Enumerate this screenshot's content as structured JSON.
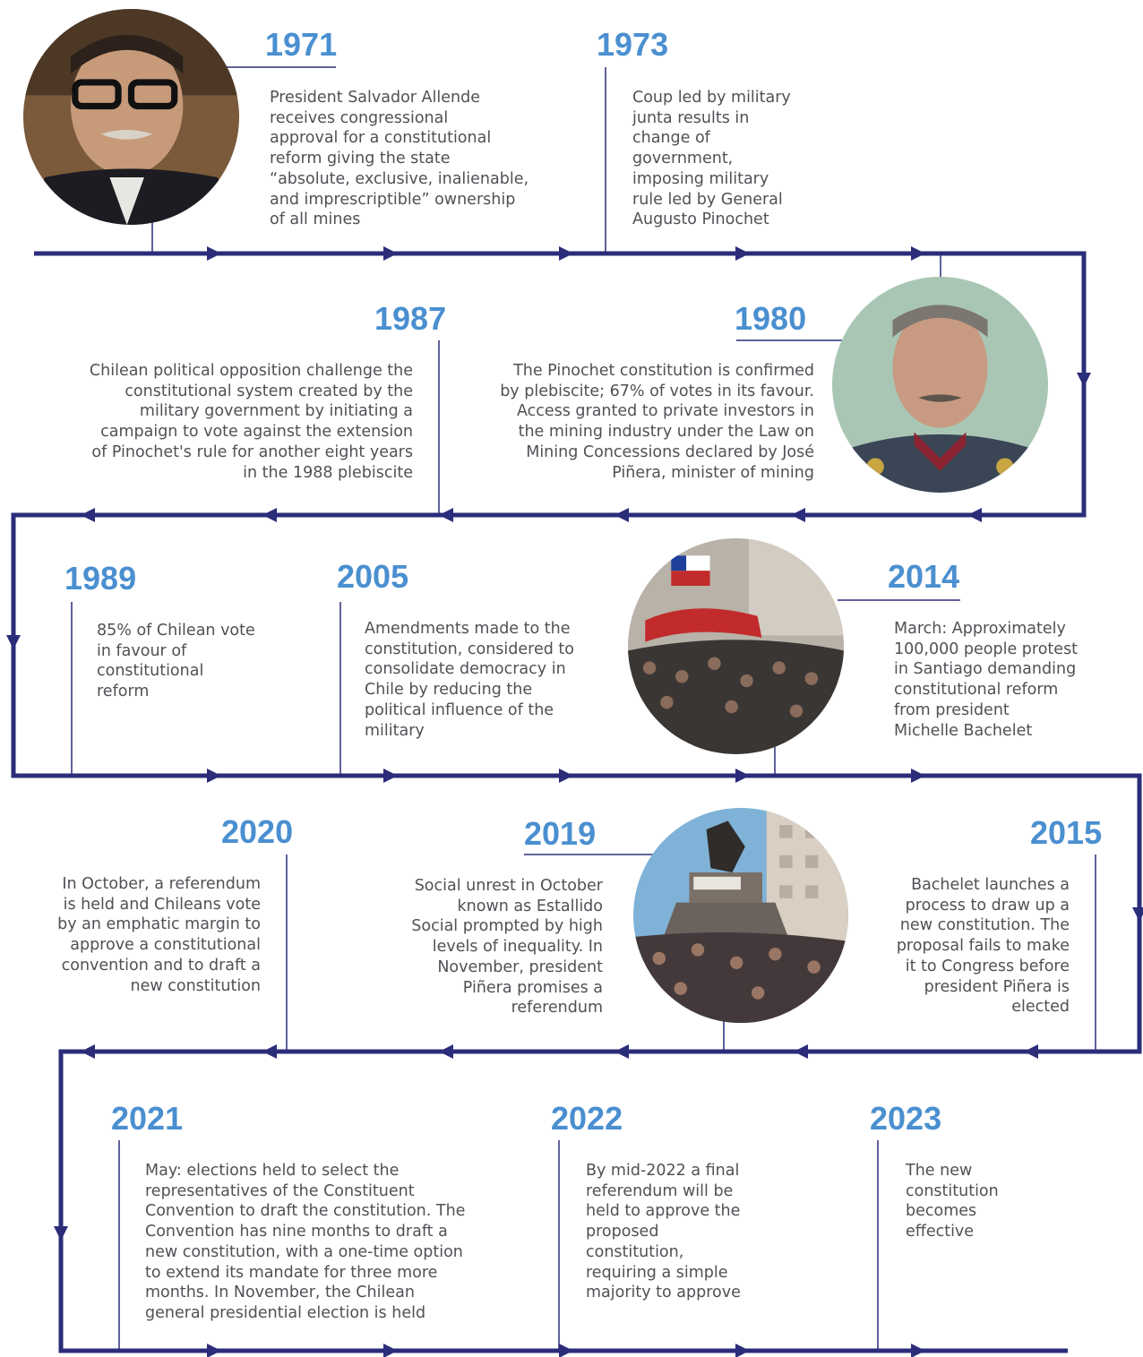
{
  "colors": {
    "timeline": "#2b2d7a",
    "year": "#4a8fd0",
    "text": "#505156"
  },
  "events": [
    {
      "year": "1971",
      "text": "President Salvador Allende\nreceives congressional\napproval for a constitutional\nreform giving the state\n“absolute, exclusive, inalienable,\nand imprescriptible” ownership\nof all mines"
    },
    {
      "year": "1973",
      "text": "Coup led by military\njunta results in\nchange of\ngovernment,\nimposing military\nrule led by General\nAugusto Pinochet"
    },
    {
      "year": "1980",
      "text": "The Pinochet constitution is confirmed\nby plebiscite; 67% of votes in its favour.\nAccess granted to private investors in\nthe mining industry under the Law on\nMining Concessions declared by José\nPiñera, minister of mining"
    },
    {
      "year": "1987",
      "text": "Chilean political opposition challenge the\nconstitutional system created by the\nmilitary government by initiating a\ncampaign to vote against the extension\nof Pinochet's rule for another eight years\nin the 1988 plebiscite"
    },
    {
      "year": "1989",
      "text": "85% of Chilean vote\nin favour of\nconstitutional\nreform"
    },
    {
      "year": "2005",
      "text": "Amendments made to the\nconstitution, considered to\nconsolidate democracy in\nChile by reducing the\npolitical influence of the\nmilitary"
    },
    {
      "year": "2014",
      "text": "March: Approximately\n100,000 people protest\nin Santiago demanding\nconstitutional reform\nfrom president\nMichelle Bachelet"
    },
    {
      "year": "2015",
      "text": "Bachelet launches a\nprocess to draw up a\nnew constitution. The\nproposal fails to make\nit to Congress before\npresident Piñera is\nelected"
    },
    {
      "year": "2019",
      "text": "Social unrest in October\nknown as Estallido\nSocial prompted by high\nlevels of inequality. In\nNovember, president\nPiñera promises a\nreferendum"
    },
    {
      "year": "2020",
      "text": "In October, a referendum\nis held and Chileans vote\nby an emphatic margin to\napprove a constitutional\nconvention and to draft a\nnew constitution"
    },
    {
      "year": "2021",
      "text": "May: elections held to select the\nrepresentatives of the Constituent\nConvention to draft the constitution. The\nConvention has nine months to draft a\nnew constitution, with a one-time option\nto extend its mandate for three more\nmonths. In November, the Chilean\ngeneral presidential election is held"
    },
    {
      "year": "2022",
      "text": "By mid-2022 a final\nreferendum will be\nheld to approve the\nproposed\nconstitution,\nrequiring a simple\nmajority to approve"
    },
    {
      "year": "2023",
      "text": "The new\nconstitution\nbecomes\neffective"
    }
  ]
}
